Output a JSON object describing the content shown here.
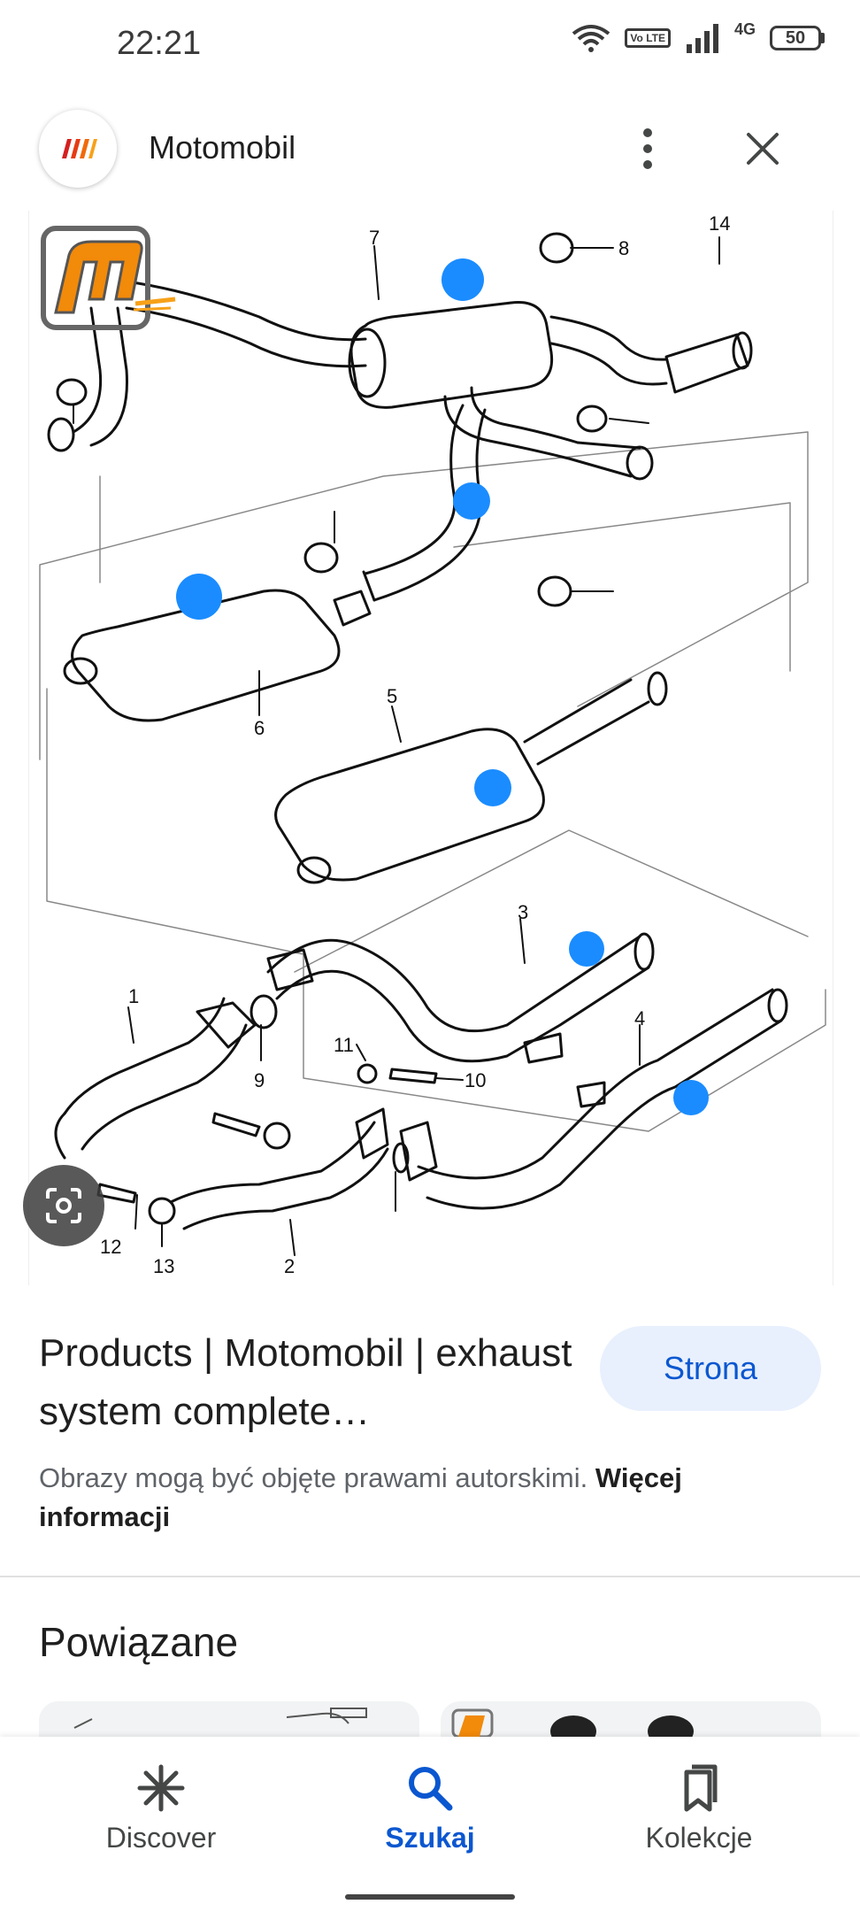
{
  "status_bar": {
    "time": "22:21",
    "network": "4G",
    "lte": "Vo LTE",
    "battery": "50"
  },
  "header": {
    "site_name": "Motomobil"
  },
  "diagram": {
    "part_numbers": [
      "1",
      "2",
      "3",
      "4",
      "5",
      "6",
      "7",
      "8",
      "9",
      "10",
      "11",
      "12",
      "13",
      "14"
    ]
  },
  "result": {
    "title": "Products | Motomobil | exhaust system complete…",
    "site_button": "Strona",
    "copyright_text": "Obrazy mogą być objęte prawami autorskimi.",
    "copyright_link": "Więcej informacji"
  },
  "related": {
    "heading": "Powiązane"
  },
  "bottom_nav": {
    "discover": "Discover",
    "search": "Szukaj",
    "collections": "Kolekcje"
  },
  "colors": {
    "accent": "#0b57d0",
    "hotspot": "#1a8cff",
    "logo_orange": "#f28a0a",
    "button_bg": "#e8f0fe"
  }
}
